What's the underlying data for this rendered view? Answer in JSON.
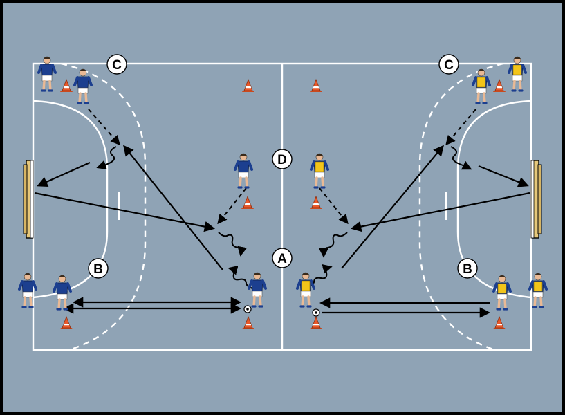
{
  "colors": {
    "court": "#8fa3b5",
    "border": "#000000",
    "lines": "#ffffff",
    "team_blue": "#1c3f8f",
    "bib_yellow": "#f2c419",
    "cone_orange": "#e8582a",
    "goal_frame": "#e6c77a"
  },
  "stations": {
    "a": "A",
    "b_left": "B",
    "b_right": "B",
    "c_left": "C",
    "c_right": "C",
    "d": "D"
  },
  "icons": {
    "player": "player-icon",
    "cone": "cone-icon",
    "ball": "ball-icon",
    "goal": "goal-icon"
  }
}
